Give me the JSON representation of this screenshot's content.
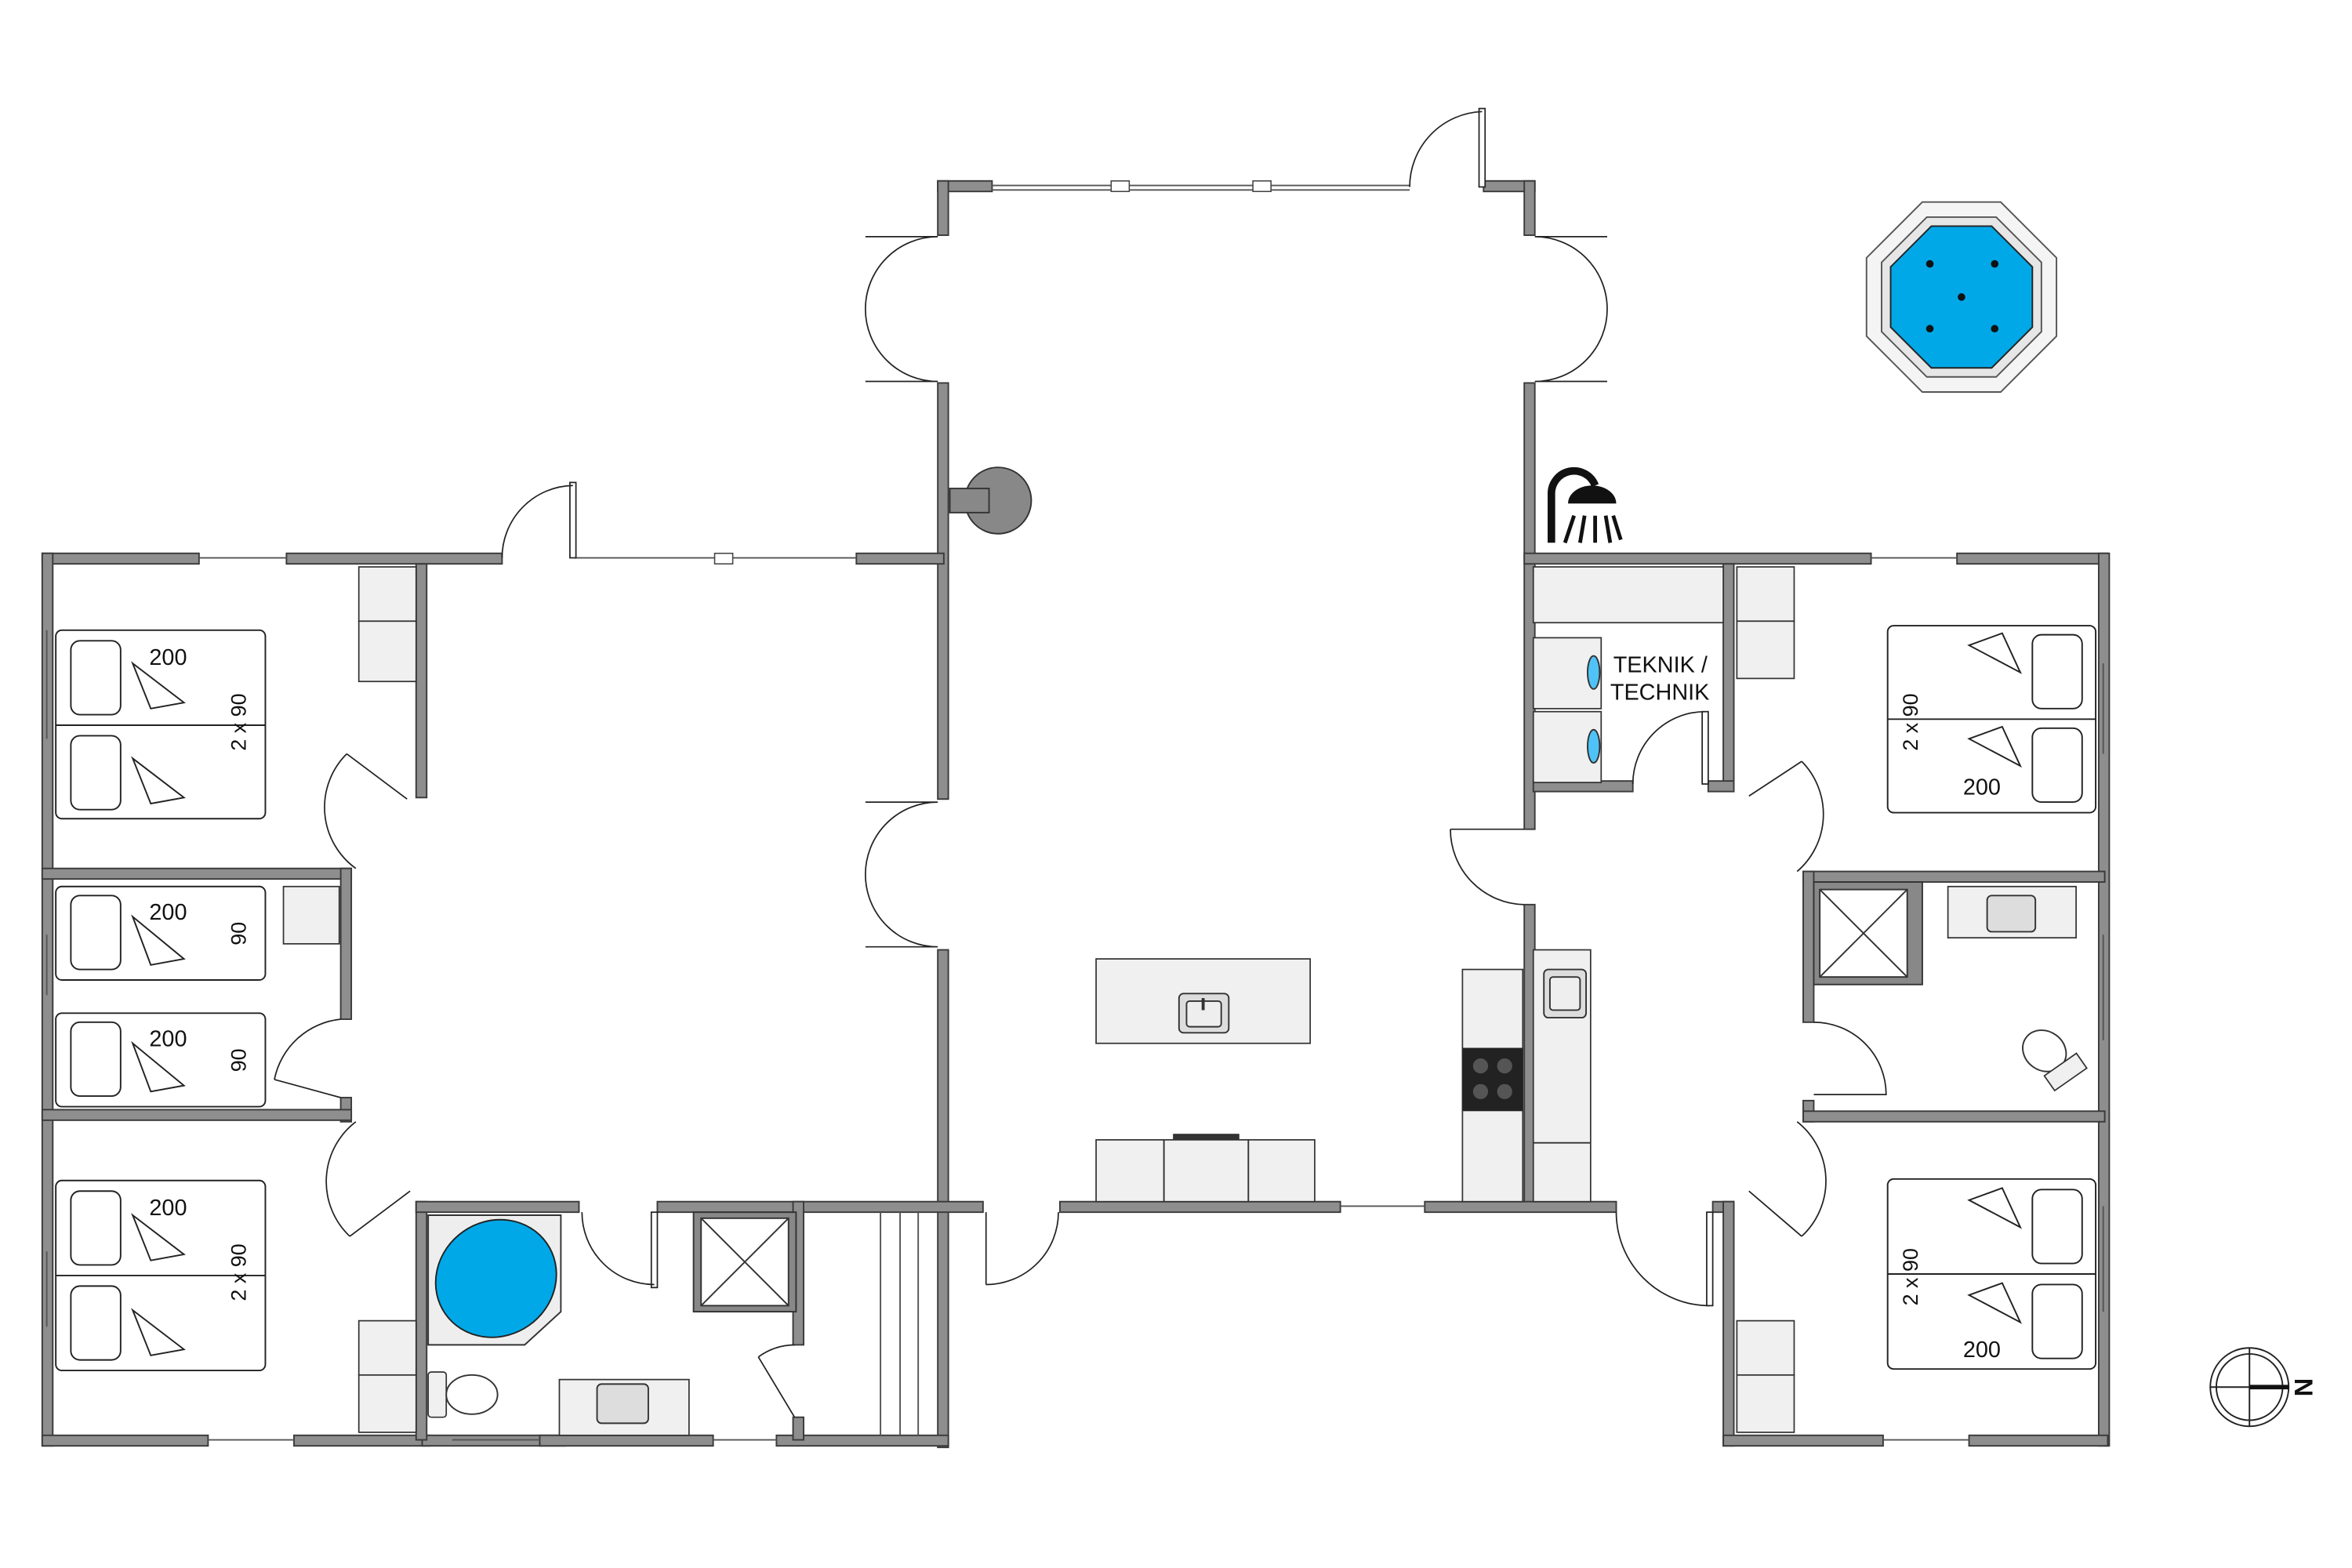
{
  "plan": {
    "beds": {
      "left_top": {
        "length": "200",
        "width": "2 x 90"
      },
      "left_mid1": {
        "length": "200",
        "width": "90"
      },
      "left_mid2": {
        "length": "200",
        "width": "90"
      },
      "left_bottom": {
        "length": "200",
        "width": "2 x 90"
      },
      "right_top": {
        "length": "200",
        "width": "2 x 90"
      },
      "right_bottom": {
        "length": "200",
        "width": "2 x 90"
      }
    },
    "utility_room": {
      "line1": "TEKNIK /",
      "line2": "TECHNIK"
    },
    "compass": {
      "label": "N"
    },
    "colors": {
      "water": "#00a8e8",
      "wall": "#8e8e8e"
    },
    "icons": [
      "outdoor-shower-icon",
      "hot-tub-icon",
      "fireplace-icon",
      "compass-icon",
      "sink-icon",
      "toilet-icon",
      "shower-tray-icon",
      "bathtub-icon",
      "stove-icon",
      "washing-machine-icon"
    ]
  }
}
